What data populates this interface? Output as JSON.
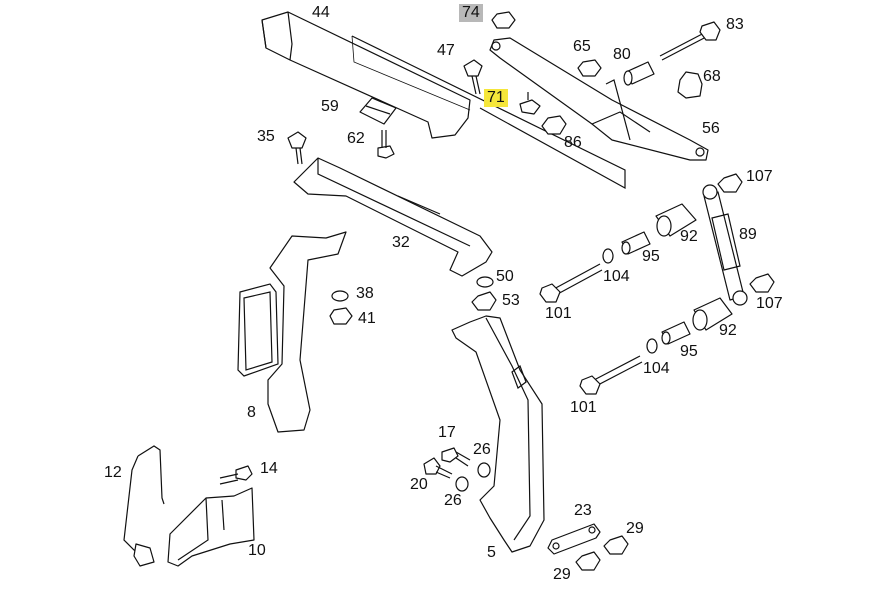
{
  "diagram": {
    "labels": [
      {
        "id": "44",
        "text": "44"
      },
      {
        "id": "74",
        "text": "74",
        "highlight": "grey"
      },
      {
        "id": "83",
        "text": "83"
      },
      {
        "id": "47",
        "text": "47"
      },
      {
        "id": "65",
        "text": "65"
      },
      {
        "id": "80",
        "text": "80"
      },
      {
        "id": "68",
        "text": "68"
      },
      {
        "id": "71",
        "text": "71",
        "highlight": "yellow"
      },
      {
        "id": "59",
        "text": "59"
      },
      {
        "id": "35",
        "text": "35"
      },
      {
        "id": "62",
        "text": "62"
      },
      {
        "id": "86",
        "text": "86"
      },
      {
        "id": "56",
        "text": "56"
      },
      {
        "id": "107a",
        "text": "107"
      },
      {
        "id": "89",
        "text": "89"
      },
      {
        "id": "92a",
        "text": "92"
      },
      {
        "id": "95a",
        "text": "95"
      },
      {
        "id": "104a",
        "text": "104"
      },
      {
        "id": "32",
        "text": "32"
      },
      {
        "id": "50",
        "text": "50"
      },
      {
        "id": "53",
        "text": "53"
      },
      {
        "id": "38",
        "text": "38"
      },
      {
        "id": "41",
        "text": "41"
      },
      {
        "id": "101a",
        "text": "101"
      },
      {
        "id": "107b",
        "text": "107"
      },
      {
        "id": "92b",
        "text": "92"
      },
      {
        "id": "95b",
        "text": "95"
      },
      {
        "id": "104b",
        "text": "104"
      },
      {
        "id": "101b",
        "text": "101"
      },
      {
        "id": "8",
        "text": "8"
      },
      {
        "id": "17",
        "text": "17"
      },
      {
        "id": "26a",
        "text": "26"
      },
      {
        "id": "20",
        "text": "20"
      },
      {
        "id": "26b",
        "text": "26"
      },
      {
        "id": "12",
        "text": "12"
      },
      {
        "id": "14",
        "text": "14"
      },
      {
        "id": "10",
        "text": "10"
      },
      {
        "id": "5",
        "text": "5"
      },
      {
        "id": "23",
        "text": "23"
      },
      {
        "id": "29a",
        "text": "29"
      },
      {
        "id": "29b",
        "text": "29"
      }
    ],
    "colors": {
      "highlight_yellow": "#f5e63a",
      "highlight_grey": "#b8b8b8",
      "ink": "#111111",
      "background": "#ffffff"
    }
  }
}
